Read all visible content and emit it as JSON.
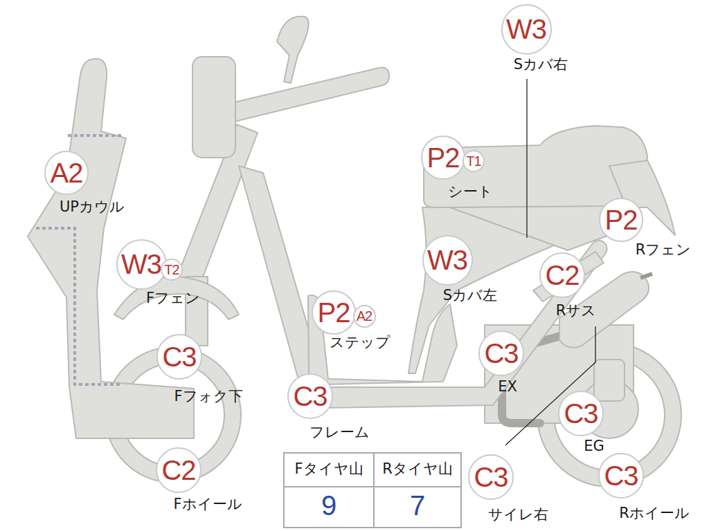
{
  "diagram": {
    "nodes": [
      {
        "text": [
          "W3"
        ]
      },
      {
        "text": [
          "A2"
        ]
      },
      {
        "text": [
          "P2"
        ]
      },
      {
        "text": [
          "T1"
        ]
      },
      {
        "text": [
          "P2"
        ]
      },
      {
        "text": [
          "W3"
        ]
      },
      {
        "text": [
          "T2"
        ]
      },
      {
        "text": [
          "W3"
        ]
      },
      {
        "text": [
          "C2"
        ]
      },
      {
        "text": [
          "P2"
        ]
      },
      {
        "text": [
          "A2"
        ]
      },
      {
        "text": [
          "C3"
        ]
      },
      {
        "text": [
          "C3"
        ]
      },
      {
        "text": [
          "C3"
        ]
      },
      {
        "text": [
          "C3"
        ]
      },
      {
        "text": [
          "C2"
        ]
      },
      {
        "text": [
          "C3"
        ]
      },
      {
        "text": [
          "C3"
        ]
      }
    ],
    "labels": [
      "Sカバ右",
      "UPカウル",
      "シート",
      "Rフェン",
      "Fフェン",
      "Sカバ左",
      "Rサス",
      "ステップ",
      "Fフォク下",
      "EX",
      "フレーム",
      "EG",
      "Fホイール",
      "サイレ右",
      "Rホイール",
      "Fタイヤ山",
      "Rタイヤ山",
      "9",
      "7"
    ]
  }
}
